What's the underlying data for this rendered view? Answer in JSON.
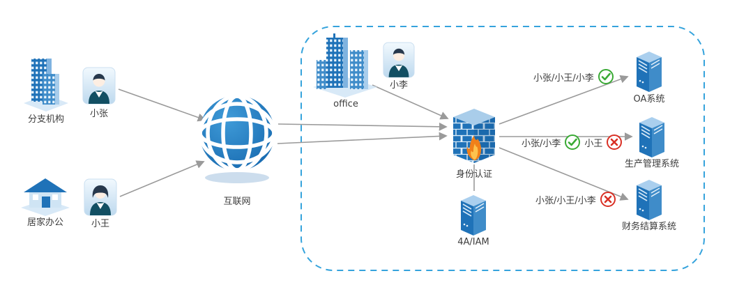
{
  "nodes": {
    "branch_office": {
      "label": "分支机构"
    },
    "user_xiaozhang": {
      "label": "小张"
    },
    "home_office": {
      "label": "居家办公"
    },
    "user_xiaowang": {
      "label": "小王"
    },
    "internet": {
      "label": "互联网"
    },
    "office": {
      "label": "office"
    },
    "user_xiaoli": {
      "label": "小李"
    },
    "identity_auth": {
      "label": "身份认证"
    },
    "iam": {
      "label": "4A/IAM"
    },
    "oa_system": {
      "label": "OA系统"
    },
    "production_system": {
      "label": "生产管理系统"
    },
    "finance_system": {
      "label": "财务结算系统"
    }
  },
  "access_results": {
    "oa": {
      "users": "小张/小王/小李",
      "result": "allowed"
    },
    "production": {
      "allowed_users": "小张/小李",
      "denied_users": "小王"
    },
    "finance": {
      "users": "小张/小王/小李",
      "result": "denied"
    }
  },
  "icons": {
    "allowed": "check-circle-icon",
    "denied": "cross-circle-icon"
  },
  "colors": {
    "primary_blue": "#1f72b8",
    "light_blue": "#a9cdea",
    "boundary_dash": "#35a3dc",
    "arrow_gray": "#9a9a9a",
    "allowed_green": "#3aaa35",
    "denied_red": "#d93025",
    "flame_orange": "#f08019",
    "text": "#3c3c3c"
  }
}
